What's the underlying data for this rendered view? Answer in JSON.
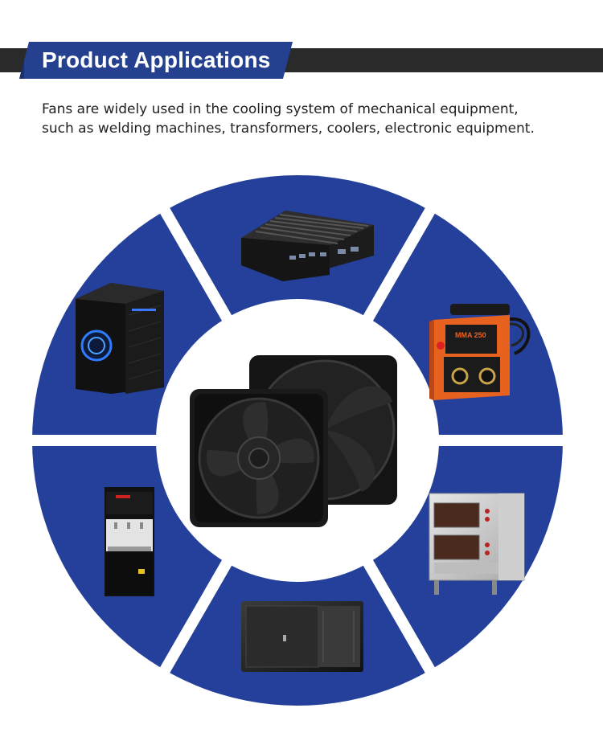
{
  "header": {
    "title": "Product Applications"
  },
  "intro": {
    "line1": "Fans are widely used in the cooling system of mechanical equipment,",
    "line2": "such as welding machines, transformers, coolers, electronic equipment."
  },
  "wheel": {
    "segments": [
      {
        "id": "mini-pc",
        "icon": "mini-pc-icon"
      },
      {
        "id": "welding-machine",
        "icon": "welding-machine-icon",
        "display_text": "MMA 250"
      },
      {
        "id": "electric-oven",
        "icon": "electric-oven-icon"
      },
      {
        "id": "network-cabinet",
        "icon": "network-cabinet-icon"
      },
      {
        "id": "water-dispenser",
        "icon": "water-dispenser-icon"
      },
      {
        "id": "computer-case",
        "icon": "computer-case-icon"
      }
    ],
    "center": {
      "icon": "axial-fans-icon"
    }
  },
  "colors": {
    "accent": "#24408f",
    "header_bar": "#2a2a2a",
    "wheel": "#24409a",
    "welder_orange": "#e8621f"
  }
}
